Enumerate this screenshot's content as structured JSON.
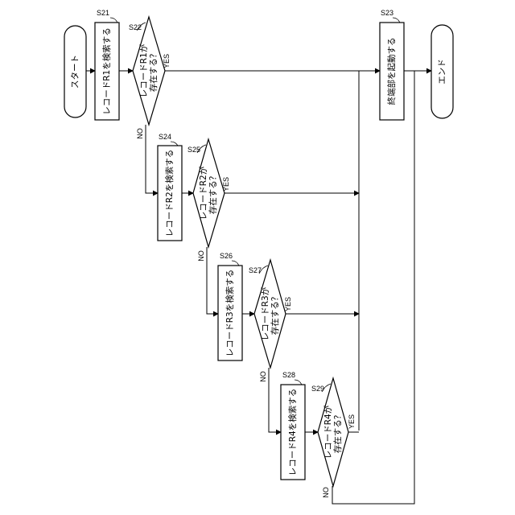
{
  "diagram": {
    "start": "スタート",
    "end": "エンド",
    "steps": {
      "s21": {
        "id": "S21",
        "text": "レコードR1を検索する"
      },
      "s22": {
        "id": "S22",
        "line1": "レコードR1が",
        "line2": "存在する？"
      },
      "s23": {
        "id": "S23",
        "text": "終端部を起動する"
      },
      "s24": {
        "id": "S24",
        "text": "レコードR2を検索する"
      },
      "s25": {
        "id": "S25",
        "line1": "レコードR2が",
        "line2": "存在する？"
      },
      "s26": {
        "id": "S26",
        "text": "レコードR3を検索する"
      },
      "s27": {
        "id": "S27",
        "line1": "レコードR3が",
        "line2": "存在する？"
      },
      "s28": {
        "id": "S28",
        "text": "レコードR4を検索する"
      },
      "s29": {
        "id": "S29",
        "line1": "レコードR4が",
        "line2": "存在する？"
      }
    },
    "yes": "YES",
    "no": "NO"
  }
}
